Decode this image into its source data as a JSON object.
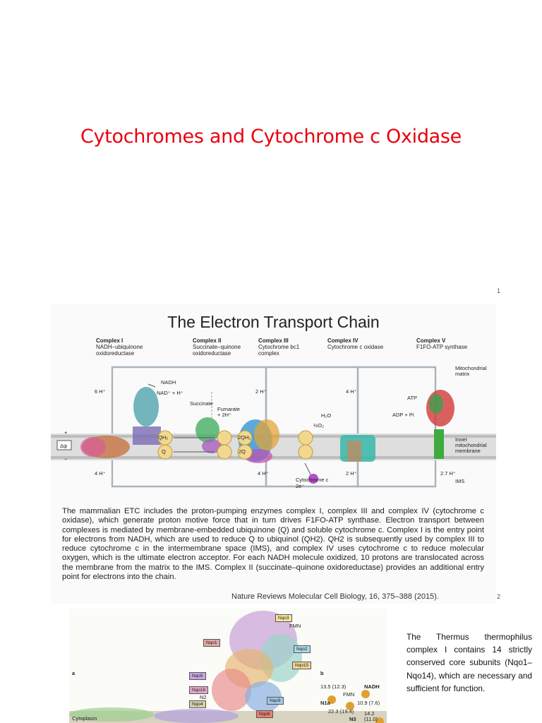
{
  "slide": {
    "title": "Cytochromes and Cytochrome c Oxidase",
    "page_num_1": "1",
    "page_num_2": "2"
  },
  "figure": {
    "title": "The Electron Transport Chain",
    "complexes": [
      {
        "name": "Complex I",
        "desc": "NADH–ubiquinone oxidoreductase"
      },
      {
        "name": "Complex II",
        "desc": "Succinate–quinone oxidoreductase"
      },
      {
        "name": "Complex III",
        "desc": "Cytochrome bc1 complex"
      },
      {
        "name": "Complex IV",
        "desc": "Cytochrome c oxidase"
      },
      {
        "name": "Complex V",
        "desc": "F1FO-ATP synthase"
      }
    ],
    "labels": {
      "matrix": "Mitochondrial matrix",
      "membrane": "Inner mitochondrial membrane",
      "ims": "IMS",
      "nadh": "NADH",
      "nad": "NAD⁺ + H⁺",
      "succinate": "Succinate",
      "fumarate": "Fumarate + 2H⁺",
      "h6": "6 H⁺",
      "h2a": "2 H⁺",
      "h4a": "4 H⁺",
      "h4b": "4 H⁺",
      "h4c": "4 H⁺",
      "h2b": "2 H⁺",
      "h27": "2.7 H⁺",
      "o2": "½O₂",
      "h2o": "H₂O",
      "atp": "ATP",
      "adp": "ADP + Pi",
      "cytc": "Cytochrome c",
      "e2": "2e⁻",
      "dpsi": "Δψ",
      "qh2": "QH₂",
      "q": "Q",
      "q2": "2QH₂",
      "q2b": "2Q",
      "plus": "+",
      "minus": "−"
    },
    "caption": "The mammalian ETC includes the proton-pumping enzymes complex I, complex III and complex IV (cytochrome c oxidase), which generate proton motive force that in turn drives F1FO-ATP synthase. Electron transport between complexes is mediated by membrane-embedded ubiquinone (Q) and soluble cytochrome c. Complex I is the entry point for electrons from NADH, which are used to reduce Q to ubiquinol (QH2). QH2 is subsequently used by complex III to reduce cytochrome c in the intermembrane space (IMS), and complex IV uses cytochrome c to reduce molecular oxygen, which is the ultimate electron acceptor. For each NADH molecule oxidized, 10 protons are translocated across the membrane from the matrix to the IMS. Complex II (succinate–quinone oxidoreductase) provides an additional entry point for electrons into the chain.",
    "citation": "Nature Reviews Molecular Cell Biology, 16, 375–388 (2015)."
  },
  "figure2": {
    "panel_a": "a",
    "panel_b": "b",
    "tags": [
      "Nqo3",
      "FMN",
      "Nqo1",
      "Nqo2",
      "Nqo15",
      "Nqo5",
      "Nqo16",
      "N2",
      "Nqo4",
      "Nqo9",
      "Nqo6"
    ],
    "b_labels": [
      "13.5 (12.3)",
      "NADH",
      "FMN",
      "N1a",
      "10.9 (7.6)",
      "22.3 (19.4)",
      "N3",
      "14.2 (11.0)"
    ],
    "cytoplasm": "Cytoplasm"
  },
  "side_text": "The Thermus thermophilus complex I contains 14 strictly conserved core subunits (Nqo1–Nqo14), which are necessary and sufficient for function."
}
